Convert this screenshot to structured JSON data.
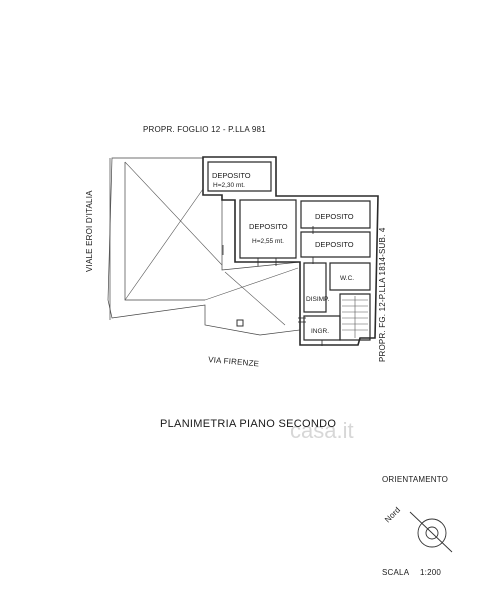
{
  "title": "PLANIMETRIA PIANO SECONDO",
  "annotations": {
    "north_property": "PROPR. FOGLIO 12 - P.LLA 981",
    "west_street": "VIALE EROI D'ITALIA",
    "south_street": "VIA FIRENZE",
    "east_property": "PROPR. FG. 12-P.LLA 1814-SUB. 4"
  },
  "rooms": [
    {
      "name": "DEPOSITO",
      "height": "H=2,30 mt."
    },
    {
      "name": "DEPOSITO",
      "height": "H=2,55 mt."
    },
    {
      "name": "DEPOSITO"
    },
    {
      "name": "DEPOSITO"
    },
    {
      "name": "W.C."
    },
    {
      "name": "DISIMP."
    },
    {
      "name": "INGR."
    }
  ],
  "orientation": {
    "label": "ORIENTAMENTO",
    "north": "Nord"
  },
  "scale": {
    "label": "SCALA",
    "value": "1:200"
  },
  "watermark": "casa.it"
}
